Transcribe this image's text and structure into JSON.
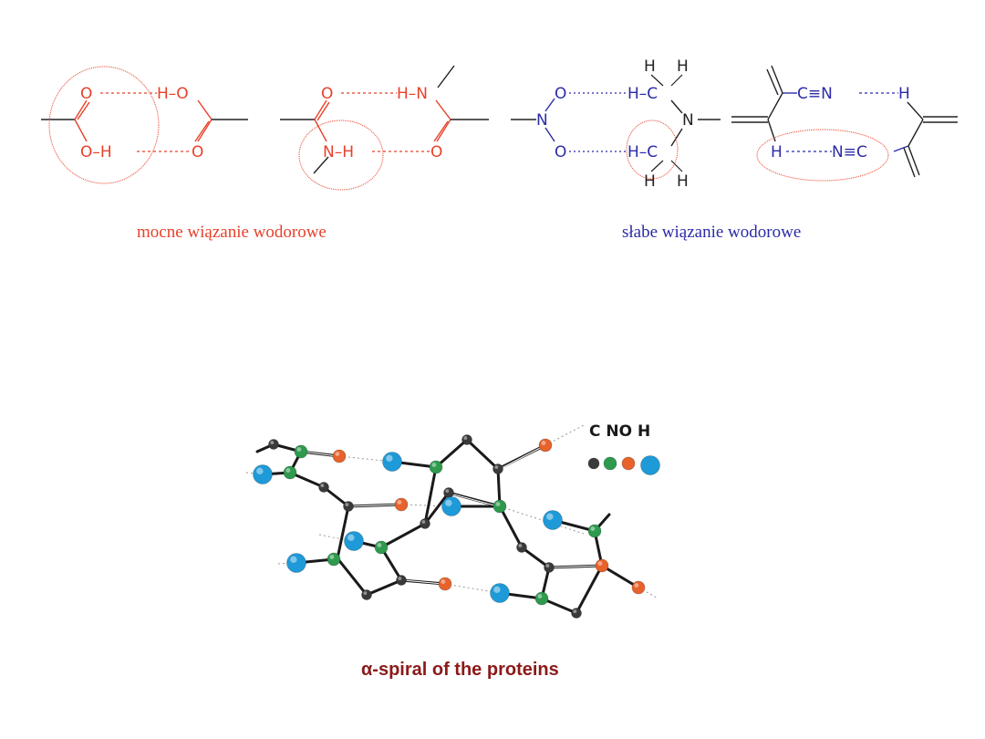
{
  "colors": {
    "strong": "#e8412b",
    "weak": "#2b2ba8",
    "black": "#222222",
    "title": "#8b1a1a",
    "atom_c": "#3a3a3a",
    "atom_n": "#2e9a4e",
    "atom_o": "#e8622b",
    "atom_h": "#1e9ad8"
  },
  "top": {
    "strong_caption": "mocne wiązanie wodorowe",
    "weak_caption": "słabe wiązanie wodorowe",
    "atoms": {
      "O": "O",
      "H": "H",
      "N": "N",
      "C": "C",
      "CN": "C≡N",
      "NC": "N≡C",
      "HN": "H–N",
      "HO": "H–O",
      "OH": "O–H",
      "NH": "N–H",
      "HC": "H–C"
    }
  },
  "bottom": {
    "title": "α-spiral of the proteins",
    "legend": {
      "label": "C NO H",
      "atoms": [
        "C",
        "N",
        "O",
        "H"
      ]
    }
  }
}
